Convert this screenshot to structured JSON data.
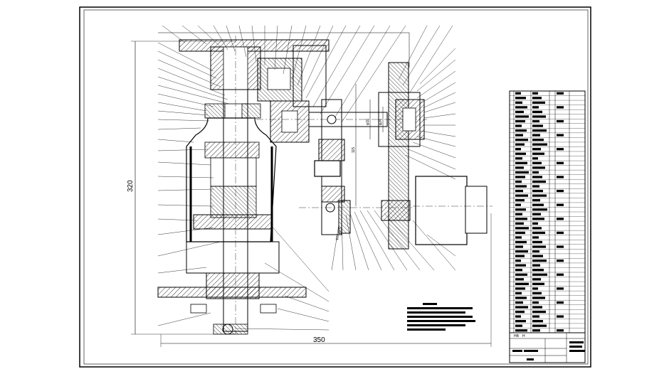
{
  "drawing": {
    "dimensions": {
      "overall_height": "320",
      "overall_width": "350",
      "shaft_dia_1": "φ18",
      "shaft_dia_2": "φ24",
      "spindle_dia": "φ24×1.5",
      "spacing": "115"
    },
    "parts_list": {
      "row_count": 52
    },
    "title_block": {
      "labels": [
        "HB",
        "H"
      ]
    },
    "colors": {
      "line": "#000000",
      "hatch": "#000000",
      "background": "#ffffff"
    }
  }
}
